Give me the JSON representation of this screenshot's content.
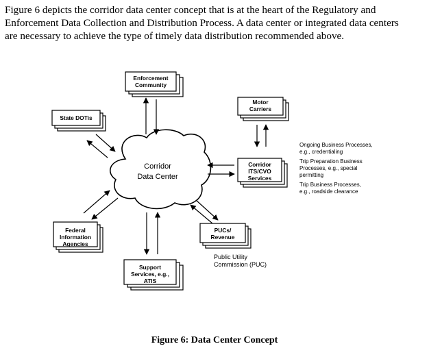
{
  "intro": {
    "line1": "Figure 6 depicts the corridor data center concept that is at the heart of the Regulatory and",
    "line2": "Enforcement Data Collection and Distribution Process. A data center or integrated data centers",
    "line3": "are necessary to achieve the type of timely data distribution recommended above."
  },
  "diagram": {
    "center": {
      "line1": "Corridor",
      "line2": "Data Center"
    },
    "enforcement": {
      "line1": "Enforcement",
      "line2": "Community"
    },
    "state_dots": {
      "line1": "State DOTis"
    },
    "motor_carriers": {
      "line1": "Motor",
      "line2": "Carriers"
    },
    "corridor_its": {
      "line1": "Corridor",
      "line2": "ITS/CVO",
      "line3": "Services"
    },
    "federal": {
      "line1": "Federal",
      "line2": "Information",
      "line3": "Agencies"
    },
    "support": {
      "line1": "Support",
      "line2": "Services, e.g.,",
      "line3": "ATIS"
    },
    "pucs": {
      "line1": "PUCs/",
      "line2": "Revenue"
    },
    "puc_note": {
      "line1": "Public Utility",
      "line2": "Commission (PUC)"
    },
    "processes": {
      "ongoing_line1": "Ongoing Business Processes,",
      "ongoing_line2": "e.g., credentialing",
      "trip_prep_line1": "Trip Preparation Business",
      "trip_prep_line2": "Processes, e.g., special",
      "trip_prep_line3": "permitting",
      "trip_line1": "Trip Business Processes,",
      "trip_line2": "e.g.,  roadside clearance"
    }
  },
  "caption": "Figure 6: Data Center Concept"
}
